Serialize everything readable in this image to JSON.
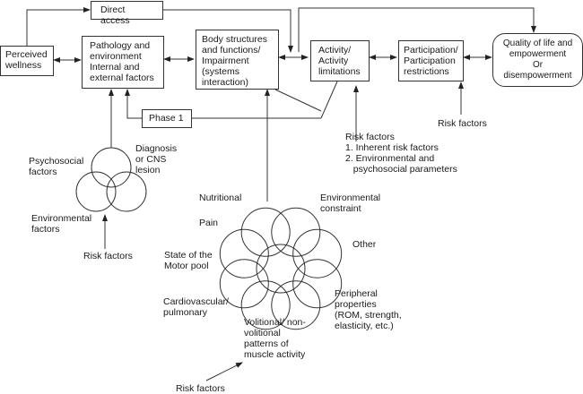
{
  "boxes": {
    "direct_access": "Direct access",
    "perceived_wellness": [
      "Perceived",
      "wellness"
    ],
    "pathology": [
      "Pathology and",
      "environment",
      "Internal and",
      "external factors"
    ],
    "body_structures": [
      "Body structures",
      "and functions/",
      "Impairment",
      "(systems",
      "interaction)"
    ],
    "activity": [
      "Activity/",
      "Activity",
      "limitations"
    ],
    "participation": [
      "Participation/",
      "Participation",
      "restrictions"
    ],
    "quality_of_life": [
      "Quality of life and",
      "empowerment",
      "Or",
      "disempowerment"
    ],
    "phase1": "Phase 1"
  },
  "venn_small": {
    "labels": {
      "psychosocial": [
        "Psychosocial",
        "factors"
      ],
      "diagnosis": [
        "Diagnosis",
        "or CNS",
        "lesion"
      ],
      "environmental": [
        "Environmental",
        "factors"
      ],
      "risk": "Risk factors"
    }
  },
  "flower": {
    "labels": {
      "nutritional": "Nutritional",
      "environmental_constraint": [
        "Environmental",
        "constraint"
      ],
      "pain": "Pain",
      "other": "Other",
      "motor_pool": [
        "State of the",
        "Motor pool"
      ],
      "cardio": [
        "Cardiovascular/",
        "pulmonary"
      ],
      "peripheral": [
        "Peripheral",
        "properties",
        "(ROM, strength,",
        "elasticity, etc.)"
      ],
      "volitional": [
        "Volitional/ non-",
        "volitional",
        "patterns of",
        "muscle activity"
      ],
      "risk": "Risk factors"
    }
  },
  "risk_activity": [
    "Risk factors",
    "1. Inherent risk factors",
    "2. Environmental and",
    "   psychosocial parameters"
  ],
  "risk_participation": "Risk factors"
}
